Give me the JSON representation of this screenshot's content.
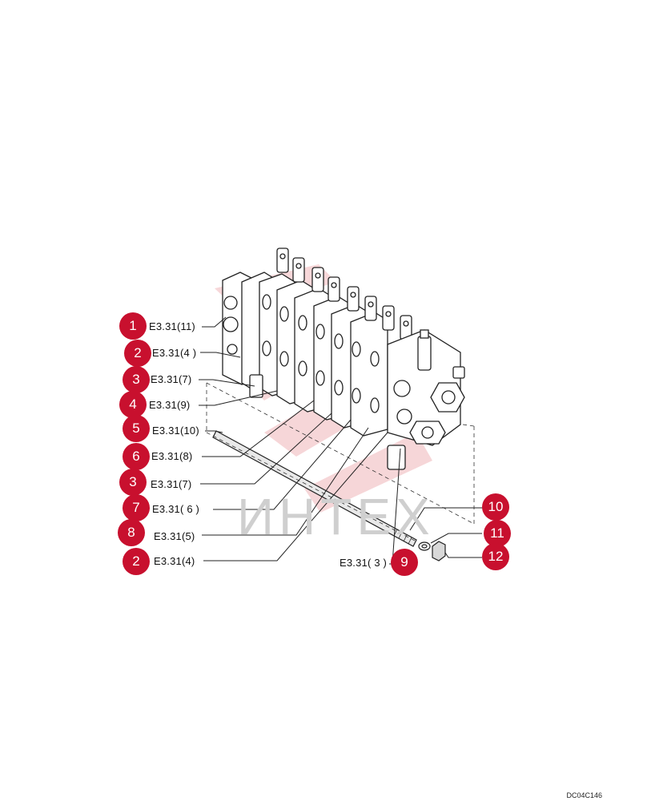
{
  "colors": {
    "marker": "#c8102e",
    "line": "#222222",
    "watermark": "#d9d9d9",
    "ink": "#111111"
  },
  "watermark": {
    "text": "ИНТЕХ"
  },
  "drawing_ref": "DC04C146",
  "callouts": [
    {
      "id": "c1",
      "number": "1",
      "label": "E3.31(11)"
    },
    {
      "id": "c2",
      "number": "2",
      "label": "E3.31(4 )"
    },
    {
      "id": "c3",
      "number": "3",
      "label": "E3.31(7)"
    },
    {
      "id": "c4",
      "number": "4",
      "label": "E3.31(9)"
    },
    {
      "id": "c5",
      "number": "5",
      "label": "E3.31(10)"
    },
    {
      "id": "c6",
      "number": "6",
      "label": "E3.31(8)"
    },
    {
      "id": "c7",
      "number": "3",
      "label": "E3.31(7)"
    },
    {
      "id": "c8",
      "number": "7",
      "label": "E3.31( 6 )"
    },
    {
      "id": "c9",
      "number": "8",
      "label": "E3.31(5)"
    },
    {
      "id": "c10",
      "number": "2",
      "label": "E3.31(4)"
    },
    {
      "id": "c11",
      "number": "9",
      "label": "E3.31( 3 )"
    },
    {
      "id": "c12",
      "number": "10",
      "label": ""
    },
    {
      "id": "c13",
      "number": "11",
      "label": ""
    },
    {
      "id": "c14",
      "number": "12",
      "label": ""
    }
  ]
}
